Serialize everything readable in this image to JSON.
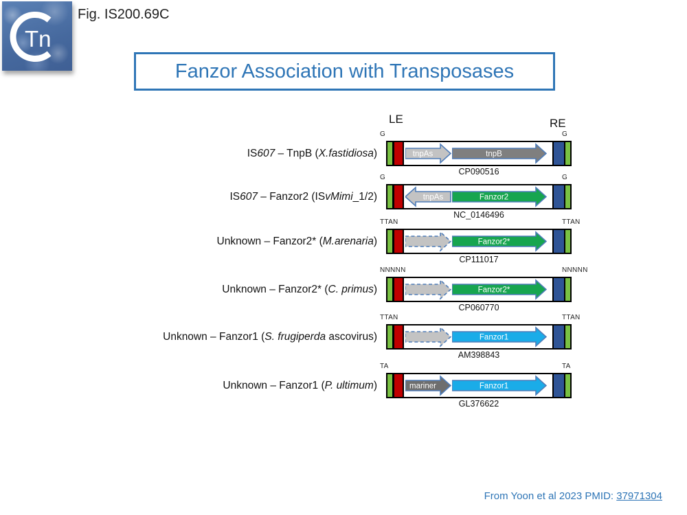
{
  "fig_label": "Fig. IS200.69C",
  "logo": {
    "monogram": "Tn"
  },
  "title": "Fanzor Association with Transposases",
  "diagram": {
    "left_terminus_label": "LE",
    "right_terminus_label": "RE",
    "colors": {
      "terminal_green": "#79C143",
      "terminal_red": "#C00000",
      "terminal_blue": "#2F5496",
      "arrow_outline": "#4E7CB8",
      "tnpas_gray": "#C3C3C3",
      "tnpb_gray": "#7F7F7F",
      "mariner_gray": "#6E6E6E",
      "fanzor2_green": "#17A54F",
      "fanzor1_blue": "#1AACE8",
      "accent_blue": "#2E75B6"
    },
    "rows": [
      {
        "label_parts": [
          {
            "text": "IS"
          },
          {
            "text": "607",
            "italic": true
          },
          {
            "text": " – TnpB ("
          },
          {
            "text": "X.fastidiosa",
            "italic": true
          },
          {
            "text": ")"
          }
        ],
        "flank_left": "G",
        "flank_right": "G",
        "accession": "CP090516",
        "arrows": [
          {
            "name": "tnpAs",
            "label": "tnpAs",
            "fill": "#C3C3C3",
            "dir": "right",
            "size": "small",
            "outline": "solid"
          },
          {
            "name": "tnpB",
            "label": "tnpB",
            "fill": "#7F7F7F",
            "dir": "right",
            "size": "large",
            "outline": "solid"
          }
        ]
      },
      {
        "label_parts": [
          {
            "text": "IS"
          },
          {
            "text": "607",
            "italic": true
          },
          {
            "text": " – Fanzor2 (IS"
          },
          {
            "text": "vMimi",
            "italic": true
          },
          {
            "text": "_1/2)"
          }
        ],
        "flank_left": "G",
        "flank_right": "G",
        "accession": "NC_0146496",
        "arrows": [
          {
            "name": "tnpAs",
            "label": "tnpAs",
            "fill": "#C3C3C3",
            "dir": "left",
            "size": "small",
            "outline": "solid"
          },
          {
            "name": "Fanzor2",
            "label": "Fanzor2",
            "fill": "#17A54F",
            "dir": "right",
            "size": "large",
            "outline": "solid"
          }
        ]
      },
      {
        "label_parts": [
          {
            "text": "Unknown – Fanzor2* ("
          },
          {
            "text": "M.arenaria",
            "italic": true
          },
          {
            "text": ")"
          }
        ],
        "flank_left": "TTAN",
        "flank_right": "TTAN",
        "accession": "CP111017",
        "arrows": [
          {
            "name": "degraded-orf",
            "label": "",
            "fill": "#C3C3C3",
            "dir": "right",
            "size": "small",
            "outline": "dashed"
          },
          {
            "name": "Fanzor2star",
            "label": "Fanzor2*",
            "fill": "#17A54F",
            "dir": "right",
            "size": "large",
            "outline": "solid"
          }
        ]
      },
      {
        "label_parts": [
          {
            "text": "Unknown – Fanzor2* ("
          },
          {
            "text": "C. primus",
            "italic": true
          },
          {
            "text": ")"
          }
        ],
        "flank_left": "NNNNN",
        "flank_right": "NNNNN",
        "accession": "CP060770",
        "arrows": [
          {
            "name": "degraded-orf",
            "label": "",
            "fill": "#C3C3C3",
            "dir": "right",
            "size": "small",
            "outline": "dashed"
          },
          {
            "name": "Fanzor2star",
            "label": "Fanzor2*",
            "fill": "#17A54F",
            "dir": "right",
            "size": "large",
            "outline": "solid"
          }
        ]
      },
      {
        "label_parts": [
          {
            "text": "Unknown – Fanzor1 ("
          },
          {
            "text": "S. frugiperda",
            "italic": true
          },
          {
            "text": " ascovirus)"
          }
        ],
        "flank_left": "TTAN",
        "flank_right": "TTAN",
        "accession": "AM398843",
        "arrows": [
          {
            "name": "degraded-orf",
            "label": "",
            "fill": "#C3C3C3",
            "dir": "right",
            "size": "small",
            "outline": "dashed"
          },
          {
            "name": "Fanzor1",
            "label": "Fanzor1",
            "fill": "#1AACE8",
            "dir": "right",
            "size": "large",
            "outline": "solid"
          }
        ]
      },
      {
        "label_parts": [
          {
            "text": "Unknown – Fanzor1 ("
          },
          {
            "text": "P. ultimum",
            "italic": true
          },
          {
            "text": ")"
          }
        ],
        "flank_left": "TA",
        "flank_right": "TA",
        "accession": "GL376622",
        "arrows": [
          {
            "name": "mariner",
            "label": "mariner",
            "fill": "#6E6E6E",
            "dir": "right",
            "size": "small",
            "outline": "solid"
          },
          {
            "name": "Fanzor1",
            "label": "Fanzor1",
            "fill": "#1AACE8",
            "dir": "right",
            "size": "large",
            "outline": "solid"
          }
        ]
      }
    ]
  },
  "citation": {
    "text": "From Yoon et al 2023 PMID: ",
    "pmid": "37971304"
  }
}
